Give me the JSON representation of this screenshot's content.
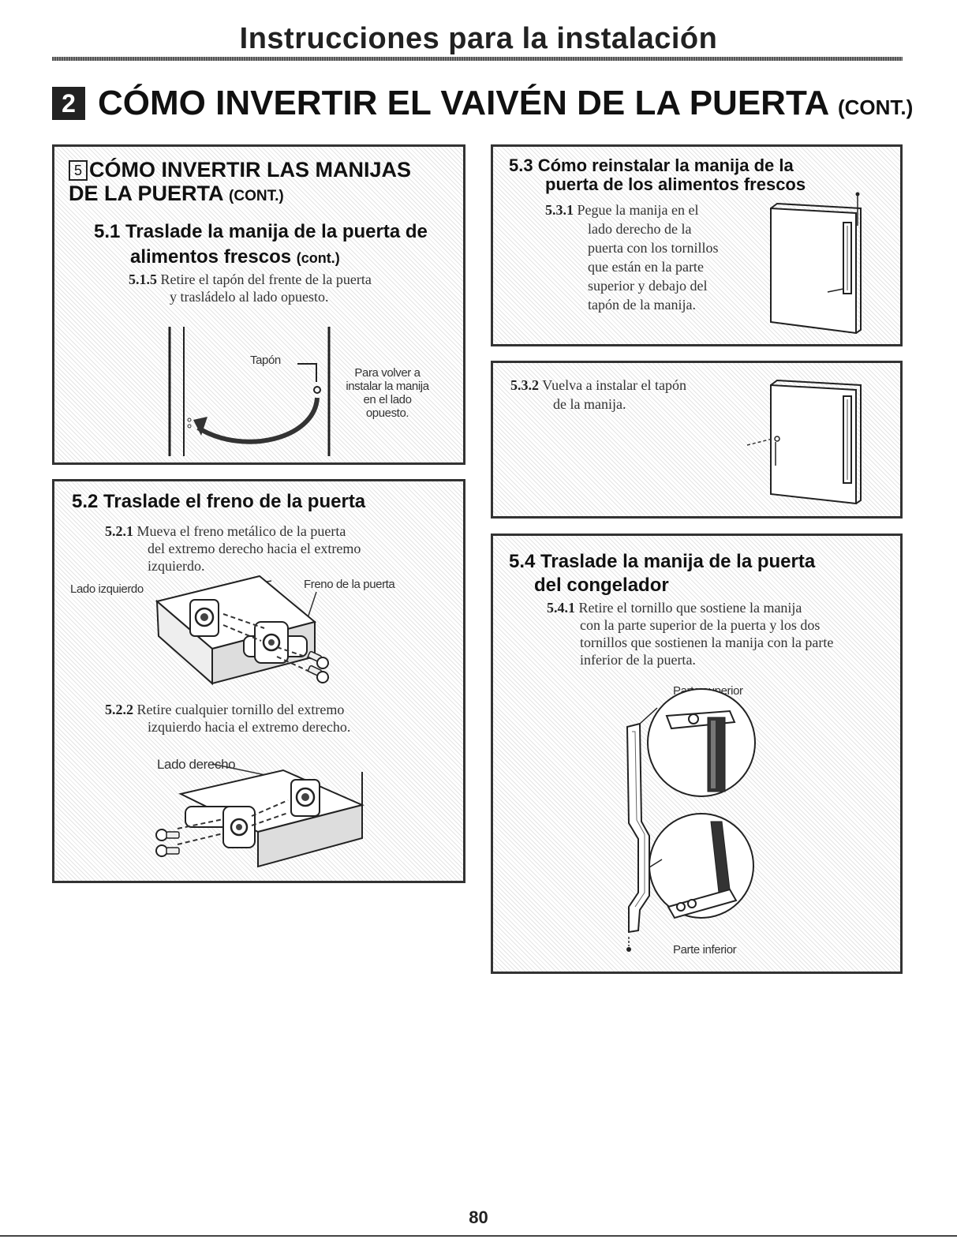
{
  "header": {
    "title": "Instrucciones para la instalación"
  },
  "section": {
    "number": "2",
    "title": "CÓMO INVERTIR EL VAIVÉN DE LA PUERTA",
    "cont": "(CONT.)"
  },
  "panel_5": {
    "box_number": "5",
    "title_line1": "CÓMO INVERTIR LAS MANIJAS",
    "title_line2": "DE LA PUERTA",
    "title_cont": "(CONT.)",
    "sub_title_line1": "5.1 Traslade la manija de la puerta de",
    "sub_title_line2": "alimentos frescos",
    "sub_title_cont": "(cont.)",
    "step_num": "5.1.5",
    "step_line1": "Retire el tapón del frente de la puerta",
    "step_line2": "y trasládelo al lado opuesto.",
    "label_plug": "Tapón",
    "label_note_1": "Para volver a",
    "label_note_2": "instalar la manija",
    "label_note_3": "en el lado",
    "label_note_4": "opuesto."
  },
  "panel_52": {
    "title": "5.2 Traslade el freno de la puerta",
    "step1_num": "5.2.1",
    "step1_line1": "Mueva el freno metálico de la puerta",
    "step1_line2": "del extremo derecho hacia el extremo",
    "step1_line3": "izquierdo.",
    "label_left": "Lado izquierdo",
    "label_stop": "Freno de la puerta",
    "step2_num": "5.2.2",
    "step2_line1": "Retire cualquier tornillo del extremo",
    "step2_line2": "izquierdo hacia el extremo derecho.",
    "label_right": "Lado derecho"
  },
  "panel_53": {
    "title_line1": "5.3 Cómo reinstalar la manija de la",
    "title_line2": "puerta de los alimentos frescos",
    "step_num": "5.3.1",
    "step_line1": "Pegue la manija en el",
    "step_line2": "lado derecho de la",
    "step_line3": "puerta con los tornillos",
    "step_line4": "que están en la parte",
    "step_line5": "superior y debajo del",
    "step_line6": "tapón de la manija."
  },
  "panel_532": {
    "step_num": "5.3.2",
    "step_line1": "Vuelva a instalar el tapón",
    "step_line2": "de la manija."
  },
  "panel_54": {
    "title_line1": "5.4 Traslade la manija de la puerta",
    "title_line2": "del congelador",
    "step_num": "5.4.1",
    "step_line1": "Retire el tornillo que sostiene la manija",
    "step_line2": "con la parte superior de la puerta y los dos",
    "step_line3": "tornillos que sostienen la manija con la parte",
    "step_line4": "inferior de la puerta.",
    "label_top": "Parte superior",
    "label_bottom": "Parte inferior"
  },
  "footer": {
    "page_number": "80"
  }
}
